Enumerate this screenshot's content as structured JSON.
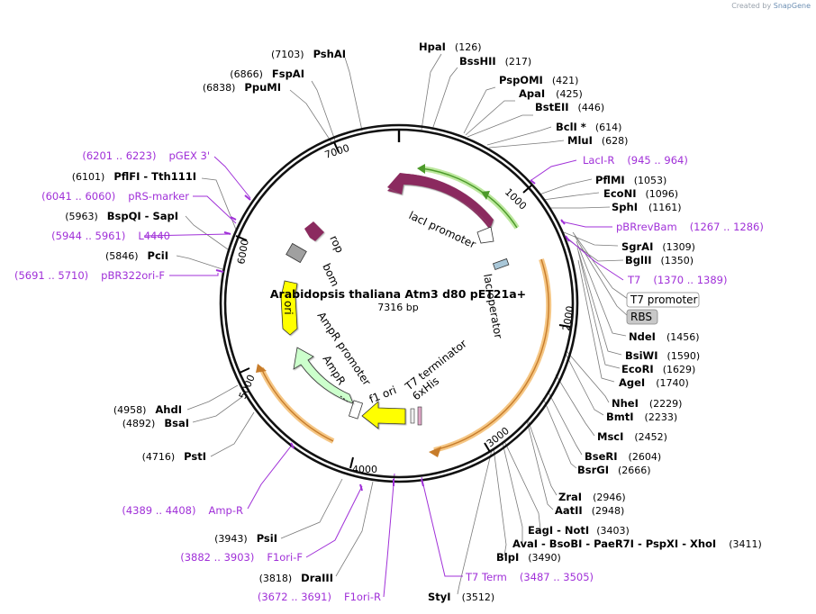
{
  "credit": {
    "prefix": "Created by",
    "brand": "SnapGene"
  },
  "title": "Arabidopsis thaliana Atm3 d80 pET21a+",
  "length": "7316 bp",
  "ticks": [
    "1000",
    "2000",
    "3000",
    "4000",
    "5000",
    "6000",
    "7000"
  ],
  "colors": {
    "primer": "#a030d8",
    "lacI": "#8b2a5e",
    "rop": "#8b2a5e",
    "ori": "#ffff00",
    "ampR": "#ccffcc",
    "orange_arc": "#f5b25a",
    "green_arc": "#76d04a"
  },
  "sites_right": [
    {
      "name": "HpaI",
      "pos": "(126)"
    },
    {
      "name": "BssHII",
      "pos": "(217)"
    },
    {
      "name": "PspOMI",
      "pos": "(421)"
    },
    {
      "name": "ApaI",
      "pos": "(425)"
    },
    {
      "name": "BstEII",
      "pos": "(446)"
    },
    {
      "name": "BclI *",
      "pos": "(614)"
    },
    {
      "name": "MluI",
      "pos": "(628)"
    },
    {
      "name": "PflMI",
      "pos": "(1053)"
    },
    {
      "name": "EcoNI",
      "pos": "(1096)"
    },
    {
      "name": "SphI",
      "pos": "(1161)"
    },
    {
      "name": "SgrAI",
      "pos": "(1309)"
    },
    {
      "name": "BglII",
      "pos": "(1350)"
    },
    {
      "name": "NdeI",
      "pos": "(1456)"
    },
    {
      "name": "BsiWI",
      "pos": "(1590)"
    },
    {
      "name": "EcoRI",
      "pos": "(1629)"
    },
    {
      "name": "AgeI",
      "pos": "(1740)"
    },
    {
      "name": "NheI",
      "pos": "(2229)"
    },
    {
      "name": "BmtI",
      "pos": "(2233)"
    },
    {
      "name": "MscI",
      "pos": "(2452)"
    },
    {
      "name": "BseRI",
      "pos": "(2604)"
    },
    {
      "name": "BsrGI",
      "pos": "(2666)"
    },
    {
      "name": "ZraI",
      "pos": "(2946)"
    },
    {
      "name": "AatII",
      "pos": "(2948)"
    },
    {
      "name": "EagI  -  NotI",
      "pos": "(3403)"
    },
    {
      "name": "AvaI  -  BsoBI  -  PaeR7I  -  PspXI  -  XhoI",
      "pos": "(3411)"
    },
    {
      "name": "BlpI",
      "pos": "(3490)"
    },
    {
      "name": "StyI",
      "pos": "(3512)"
    }
  ],
  "sites_left": [
    {
      "name": "PshAI",
      "pos": "(7103)"
    },
    {
      "name": "FspAI",
      "pos": "(6866)"
    },
    {
      "name": "PpuMI",
      "pos": "(6838)"
    },
    {
      "name": "PflFI  -  Tth111I",
      "pos": "(6101)"
    },
    {
      "name": "BspQI  -  SapI",
      "pos": "(5963)"
    },
    {
      "name": "PciI",
      "pos": "(5846)"
    },
    {
      "name": "AhdI",
      "pos": "(4958)"
    },
    {
      "name": "BsaI",
      "pos": "(4892)"
    },
    {
      "name": "PstI",
      "pos": "(4716)"
    },
    {
      "name": "PsiI",
      "pos": "(3943)"
    },
    {
      "name": "DraIII",
      "pos": "(3818)"
    }
  ],
  "primers": [
    {
      "name": "LacI-R",
      "pos": "(945 .. 964)"
    },
    {
      "name": "pBRrevBam",
      "pos": "(1267 .. 1286)"
    },
    {
      "name": "T7",
      "pos": "(1370 .. 1389)"
    },
    {
      "name": "T7 Term",
      "pos": "(3487 .. 3505)"
    },
    {
      "name": "F1ori-R",
      "pos": "(3672 .. 3691)"
    },
    {
      "name": "F1ori-F",
      "pos": "(3882 .. 3903)"
    },
    {
      "name": "Amp-R",
      "pos": "(4389 .. 4408)"
    },
    {
      "name": "pBR322ori-F",
      "pos": "(5691 .. 5710)"
    },
    {
      "name": "L4440",
      "pos": "(5944 .. 5961)"
    },
    {
      "name": "pRS-marker",
      "pos": "(6041 .. 6060)"
    },
    {
      "name": "pGEX 3'",
      "pos": "(6201 .. 6223)"
    }
  ],
  "boxed": [
    "T7 promoter",
    "RBS"
  ],
  "features": [
    "lacI",
    "lacI promoter",
    "lac operator",
    "T7 terminator",
    "6xHis",
    "f1 ori",
    "AmpR",
    "AmpR promoter",
    "ori",
    "bom",
    "rop"
  ]
}
